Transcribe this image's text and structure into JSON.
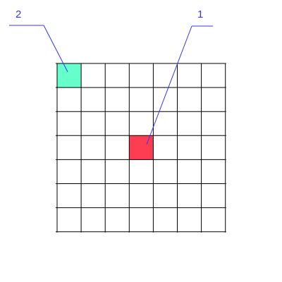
{
  "grid": {
    "rows": 7,
    "cols": 7,
    "line_color": "#000000",
    "highlighted_cells": [
      {
        "id": "cell-1",
        "row": 3,
        "col": 3,
        "color": "#ff3d52"
      },
      {
        "id": "cell-2",
        "row": 0,
        "col": 0,
        "color": "#66ffcc"
      }
    ]
  },
  "callouts": [
    {
      "label": "1",
      "target": "cell-1",
      "color": "#3333ff"
    },
    {
      "label": "2",
      "target": "cell-2",
      "color": "#3333ff"
    }
  ]
}
